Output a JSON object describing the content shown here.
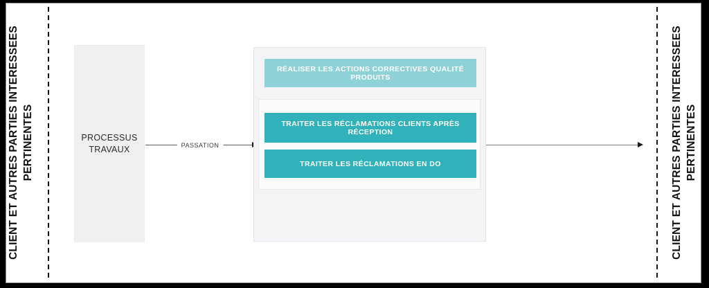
{
  "colors": {
    "frame": "#000000",
    "canvas_bg": "#ffffff",
    "canvas_border": "#8f8f8f",
    "lane_divider": "#151515",
    "teal_light": "#8ed1d6",
    "teal_solid": "#31b2bb",
    "process_box_bg": "#f0f0f2",
    "container_bg": "#f4f4f6",
    "container_border": "#dfe4ec",
    "subgroup_bg": "#fcfcfd",
    "arrow_line": "#5a5a5a",
    "box_text": "#ffffff",
    "label_text": "#111111"
  },
  "lanes": {
    "left": {
      "line1": "CLIENT ET AUTRES PARTIES INTERESSEES",
      "line2": "PERTINENTES"
    },
    "right": {
      "line1": "CLIENT ET AUTRES PARTIES INTERESSEES",
      "line2": "PERTINENTES"
    }
  },
  "process_box": {
    "line1": "PROCESSUS",
    "line2": "TRAVAUX"
  },
  "flow": {
    "passation_label": "PASSATION"
  },
  "activity_group": {
    "boxes": [
      {
        "label": "RÉALISER LES ACTIONS CORRECTIVES QUALITÉ PRODUITS",
        "variant": "light"
      },
      {
        "label": "TRAITER LES RÉCLAMATIONS CLIENTS APRÈS RÉCEPTION",
        "variant": "solid"
      },
      {
        "label": "TRAITER LES RÉCLAMATIONS EN DO",
        "variant": "solid"
      }
    ]
  }
}
